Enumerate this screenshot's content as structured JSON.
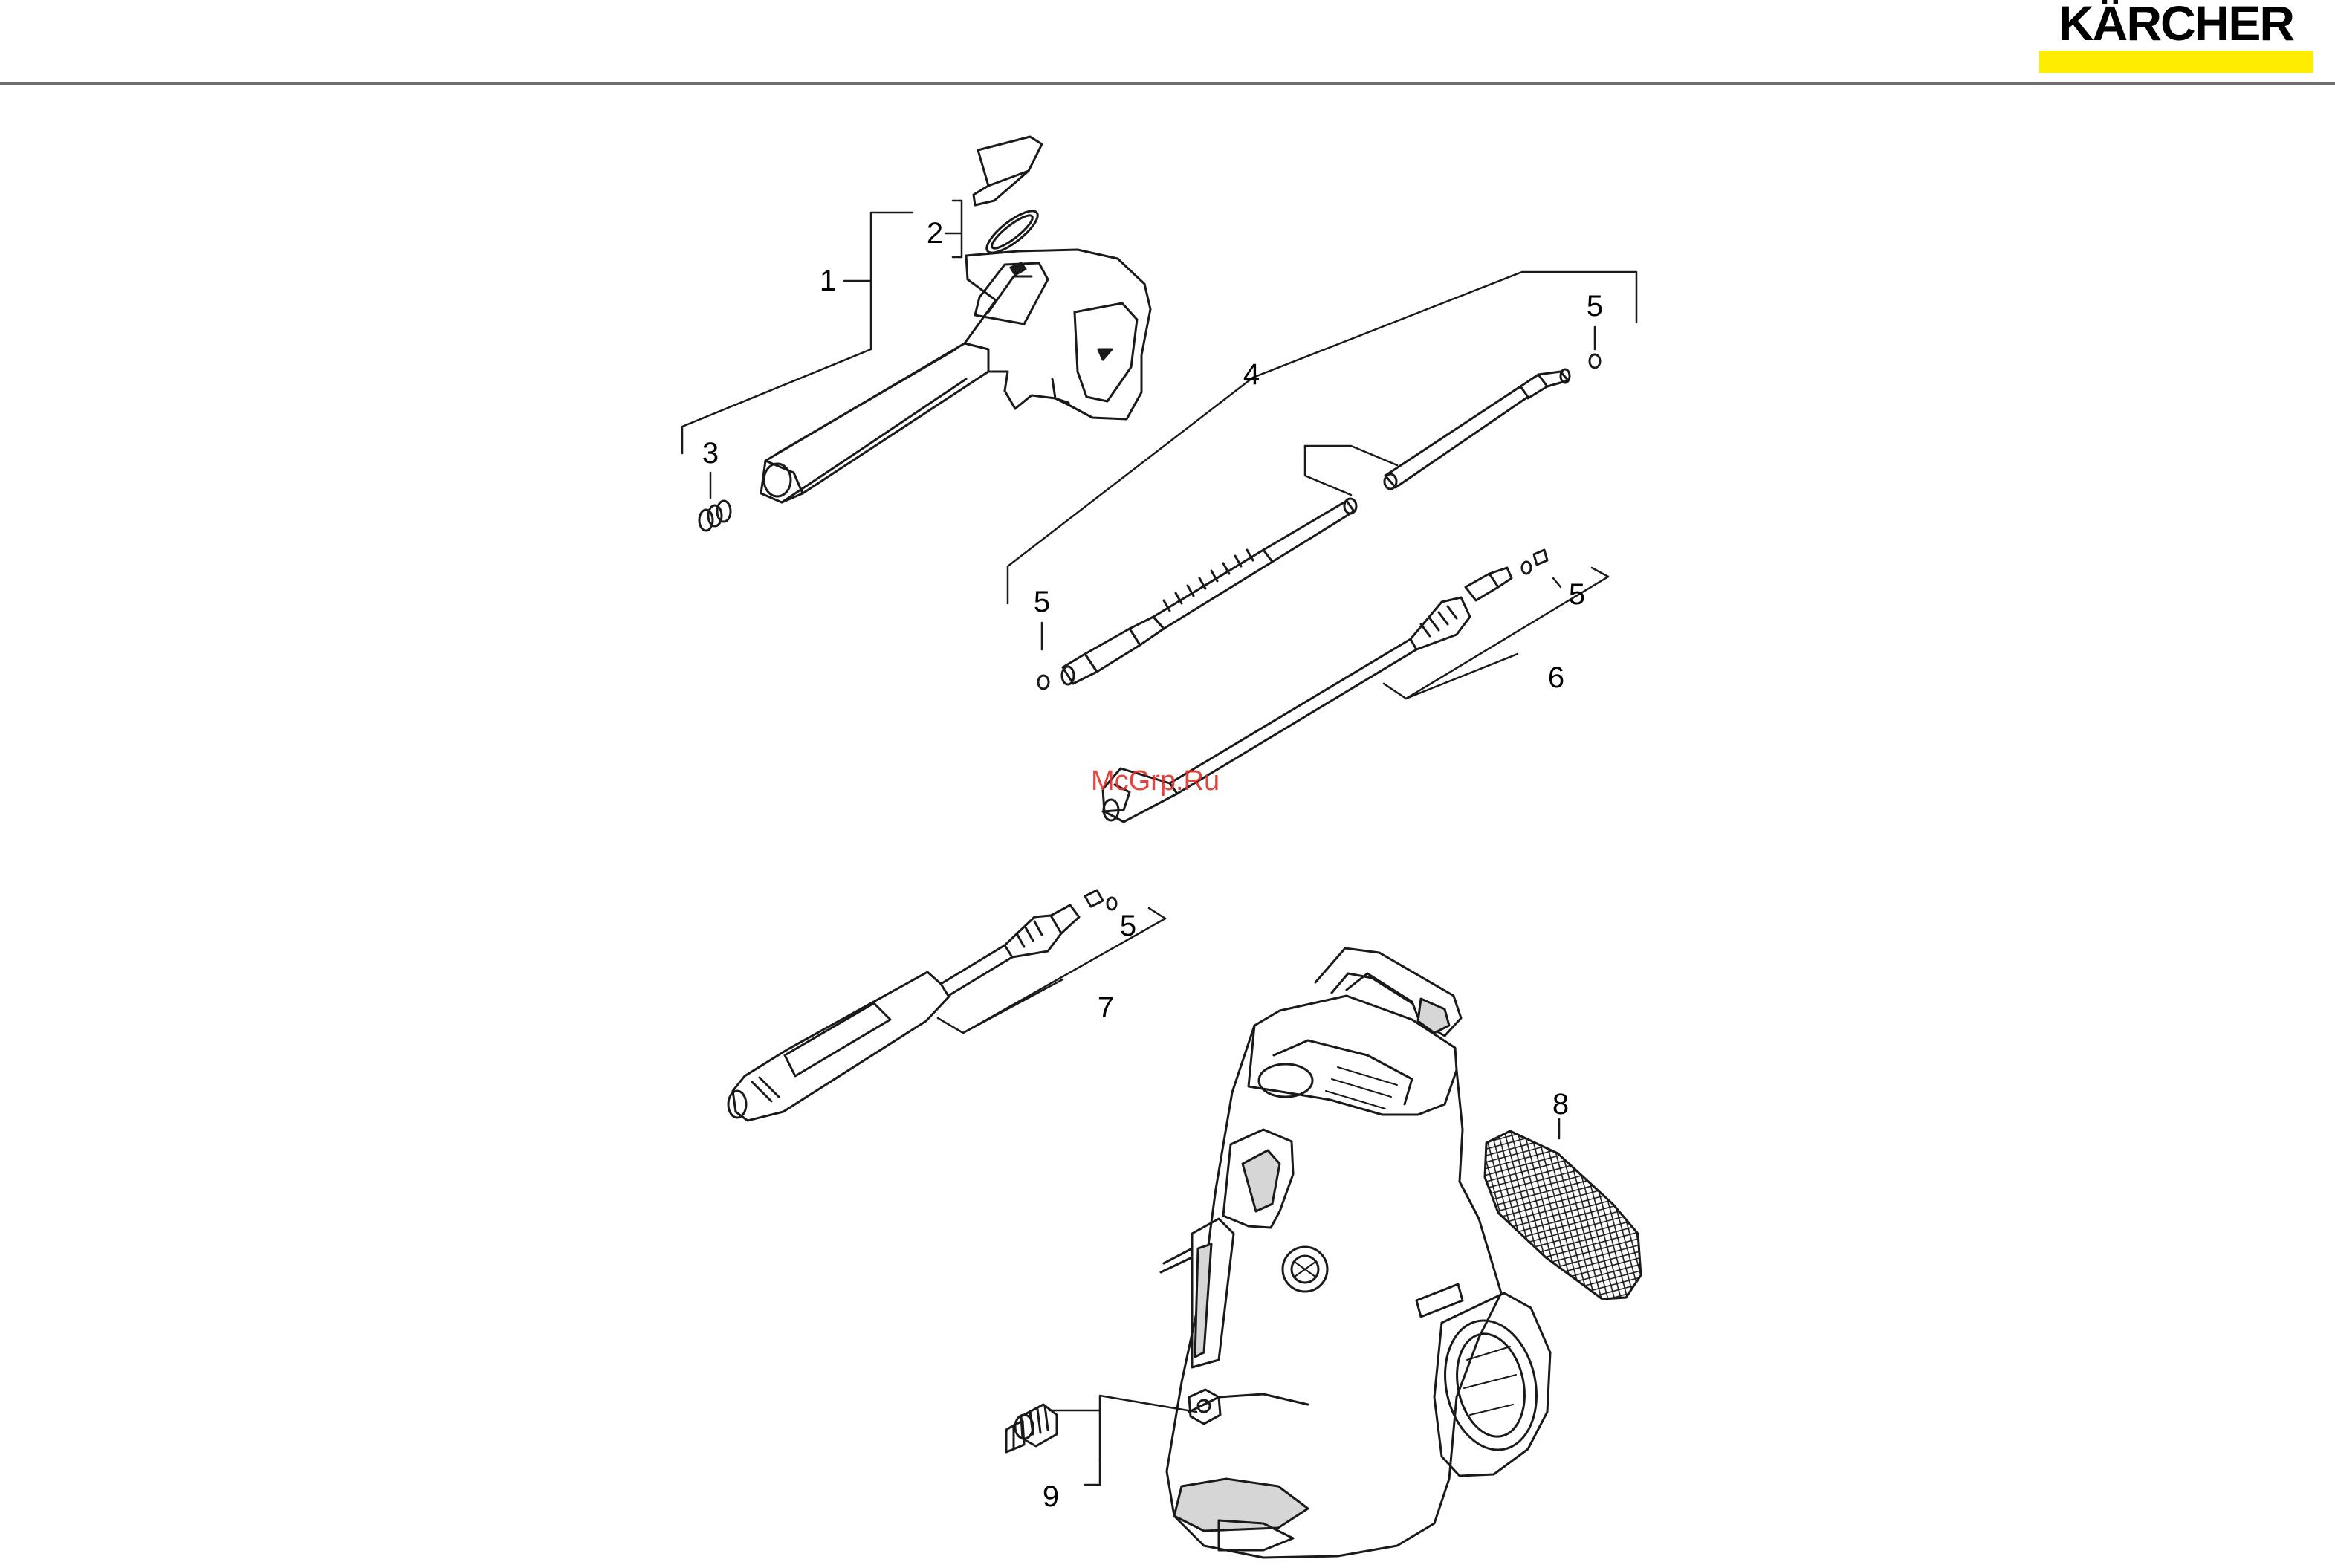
{
  "brand": {
    "logo_text": "KÄRCHER",
    "logo_bar_color": "#ffec00"
  },
  "watermark": "McGrp.Ru",
  "callouts": {
    "c1": "1",
    "c2": "2",
    "c3": "3",
    "c4": "4",
    "c5a": "5",
    "c5b": "5",
    "c5c": "5",
    "c5d": "5",
    "c6": "6",
    "c7": "7",
    "c8": "8",
    "c9": "9"
  },
  "parts": {
    "p1": "trigger-gun",
    "p2": "gun-seal-set",
    "p3": "o-ring-set",
    "p4": "spray-lance",
    "p5": "o-ring",
    "p6": "vario-power-spray-lance",
    "p7": "dirt-blaster",
    "p8": "filter-grille",
    "p9": "water-inlet-coupling"
  },
  "colors": {
    "line": "#1a1a1a",
    "part_fill": "#ffffff",
    "shade": "#d6d6d6"
  }
}
